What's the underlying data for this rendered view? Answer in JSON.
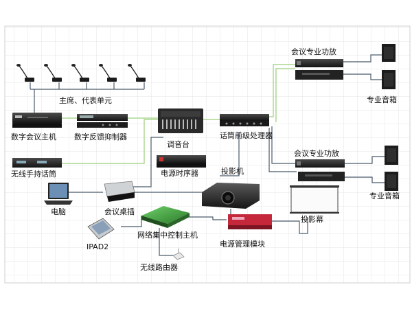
{
  "labels": {
    "delegate_units": "主席、代表单元",
    "digital_conf_host": "数字会议主机",
    "feedback_suppressor": "数字反馈抑制器",
    "mixer": "调音台",
    "preamp_processor": "话筒前级处理器",
    "amp_top": "会议专业功放",
    "amp_bottom": "会议专业功放",
    "speaker_top": "专业音箱",
    "speaker_bottom": "专业音箱",
    "wireless_mic": "无线手持话筒",
    "power_sequencer": "电源时序器",
    "projector": "投影机",
    "laptop": "电脑",
    "table_socket": "会议桌插",
    "ipad": "IPAD2",
    "network_controller": "网络集中控制主机",
    "power_module": "电源管理模块",
    "screen": "投影幕",
    "router": "无线路由器"
  },
  "colors": {
    "grid": "#e6e6e6",
    "audio_line": "#9ccf7a",
    "control_line": "#4a5a6a",
    "device_dark": "#1e1e1e",
    "device_mid": "#3a3a3a",
    "power_module": "#c4283a",
    "network_box": "#3f9a3a"
  }
}
